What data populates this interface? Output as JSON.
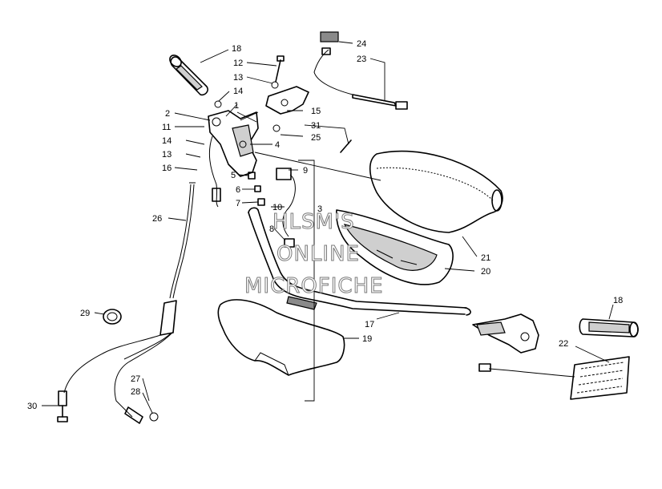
{
  "callouts": [
    "1",
    "2",
    "3",
    "4",
    "5",
    "6",
    "7",
    "8",
    "9",
    "10",
    "11",
    "12",
    "13",
    "13",
    "14",
    "14",
    "15",
    "16",
    "17",
    "18",
    "18",
    "19",
    "20",
    "21",
    "22",
    "23",
    "24",
    "25",
    "26",
    "27",
    "28",
    "29",
    "30",
    "31"
  ],
  "watermark": {
    "line1": "HLSM'S",
    "line2": "ONLINE",
    "line3": "MICROFICHE"
  }
}
